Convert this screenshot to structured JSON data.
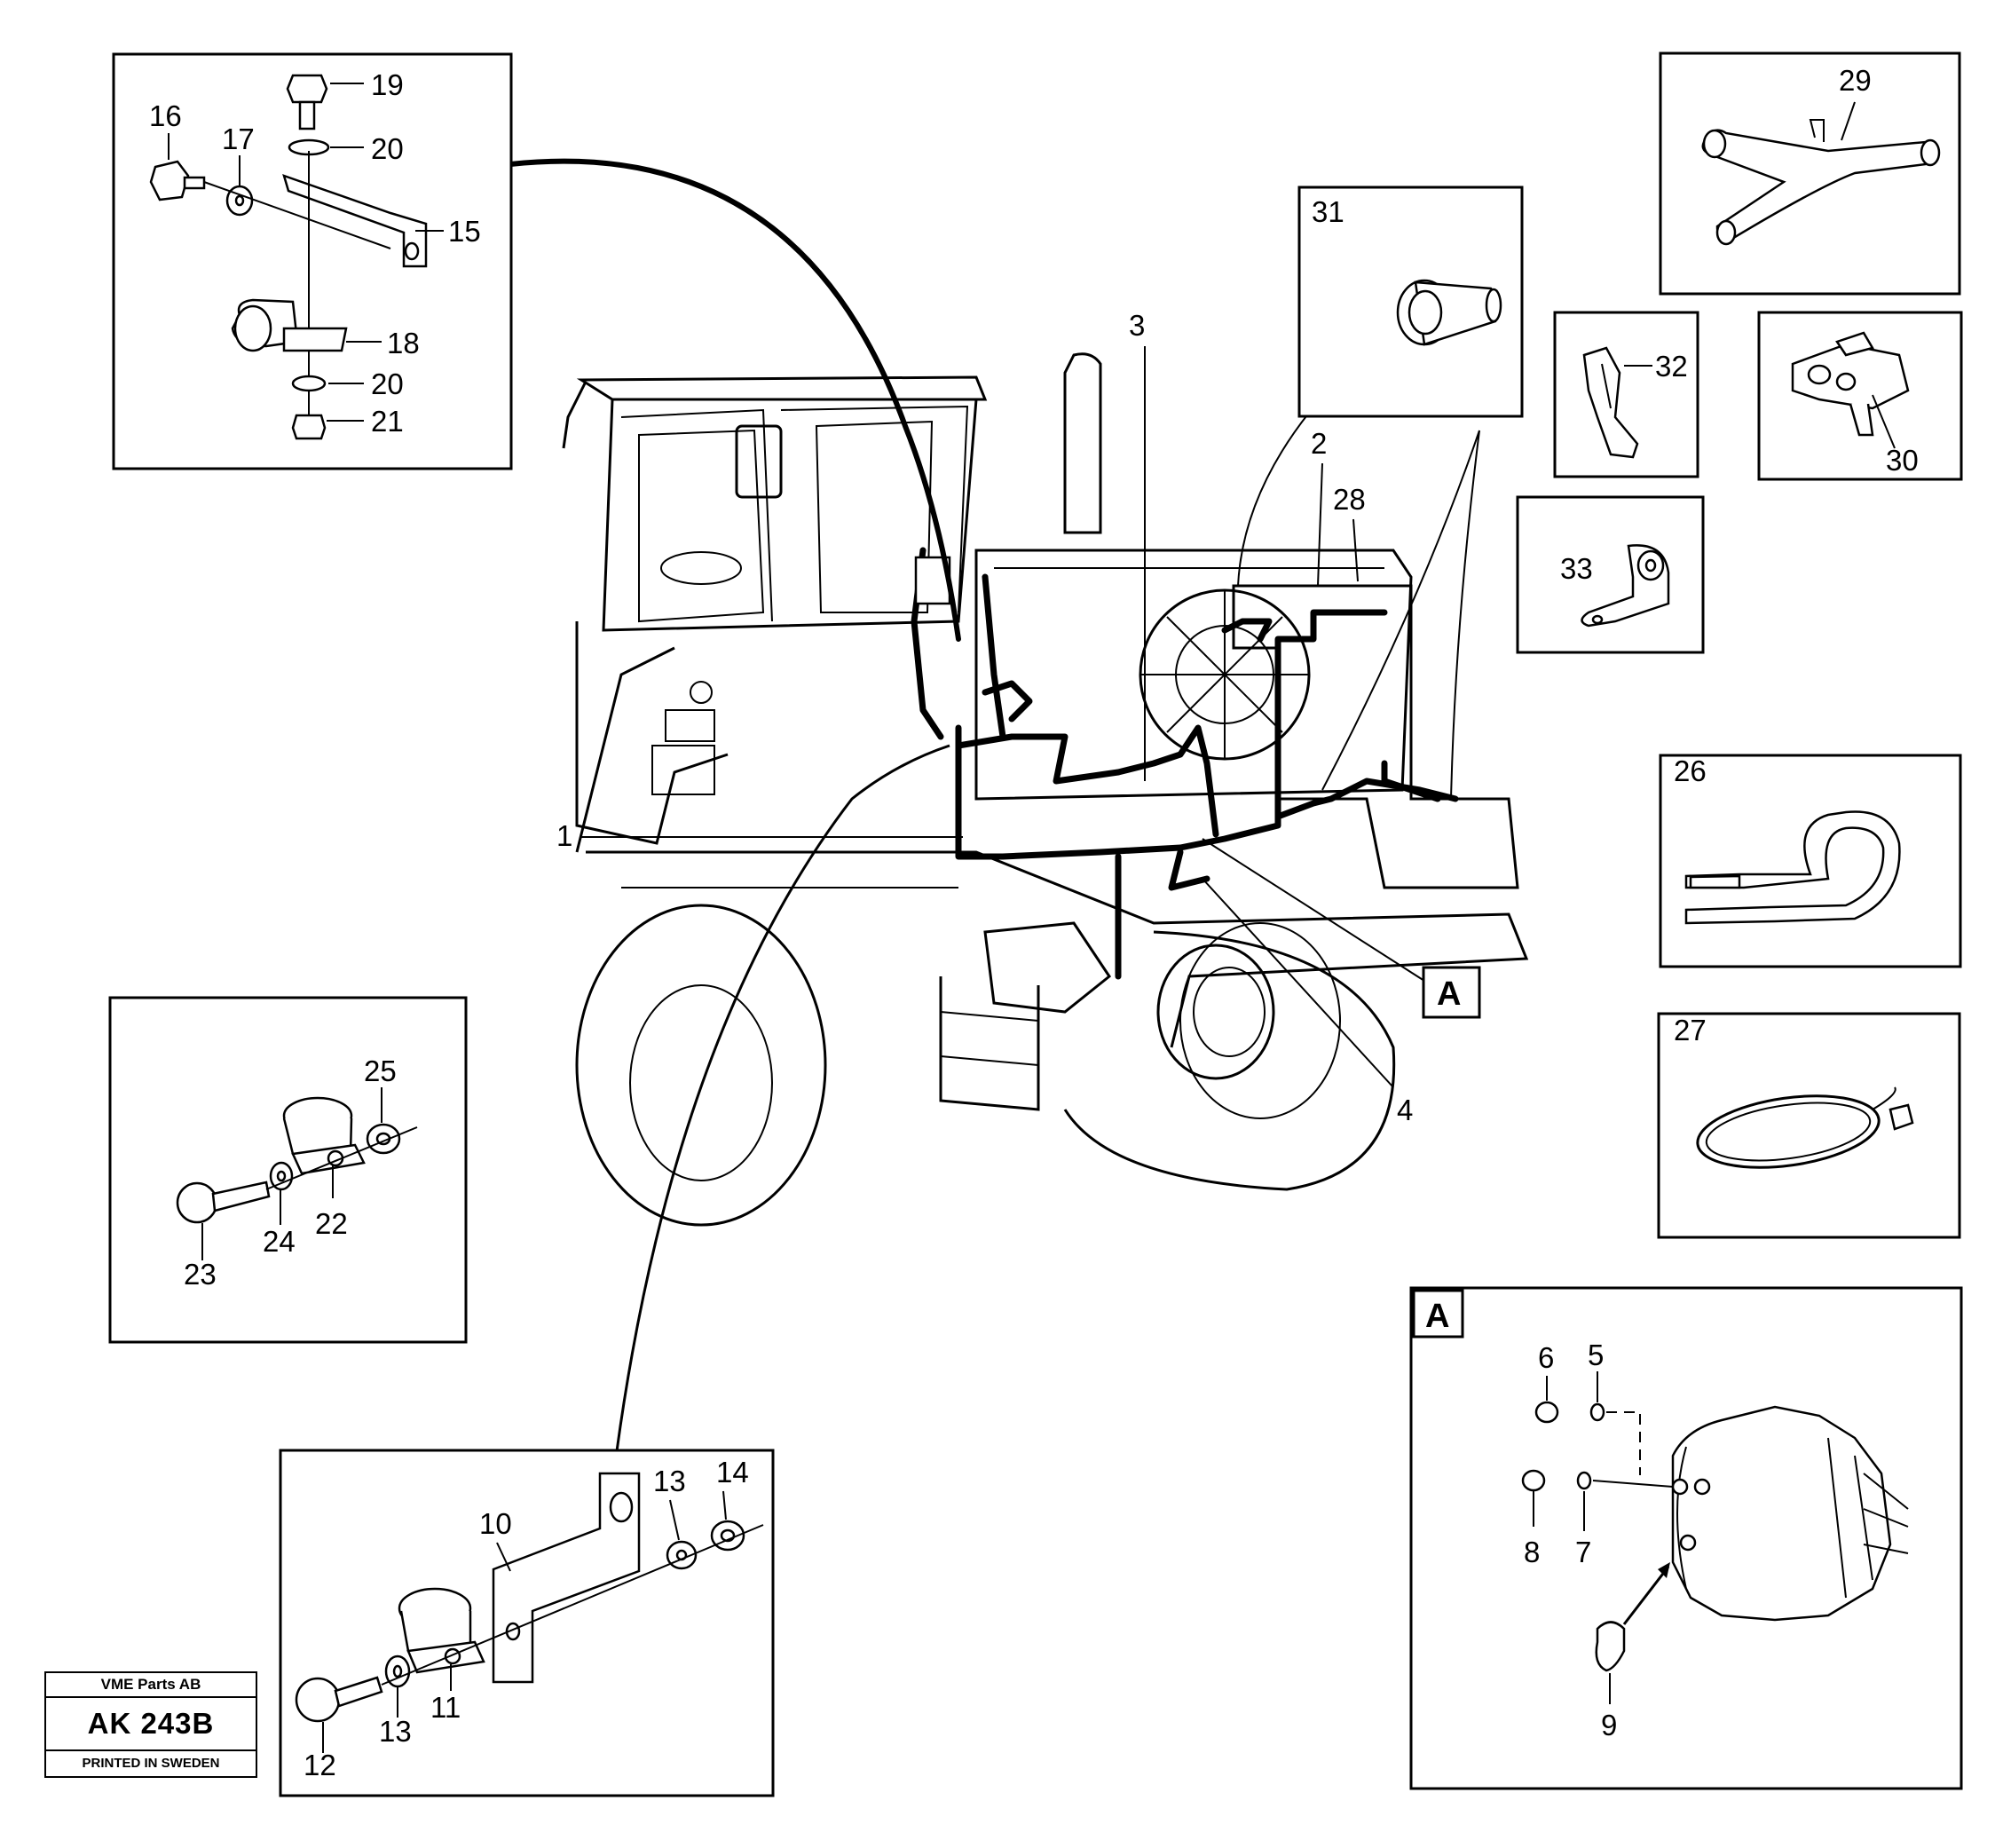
{
  "stamp": {
    "company": "VME Parts AB",
    "code": "AK 243B",
    "printed": "PRINTED IN SWEDEN"
  },
  "detail_label": "A",
  "callouts": {
    "c1": "1",
    "c2": "2",
    "c3": "3",
    "c4": "4",
    "c5": "5",
    "c6": "6",
    "c7": "7",
    "c8": "8",
    "c9": "9",
    "c10": "10",
    "c11": "11",
    "c12": "12",
    "c13a": "13",
    "c13b": "13",
    "c14": "14",
    "c15": "15",
    "c16": "16",
    "c17": "17",
    "c18": "18",
    "c19": "19",
    "c20a": "20",
    "c20b": "20",
    "c21": "21",
    "c22": "22",
    "c23": "23",
    "c24": "24",
    "c25": "25",
    "c26": "26",
    "c27": "27",
    "c28": "28",
    "c29": "29",
    "c30": "30",
    "c31": "31",
    "c32": "32",
    "c33": "33"
  }
}
